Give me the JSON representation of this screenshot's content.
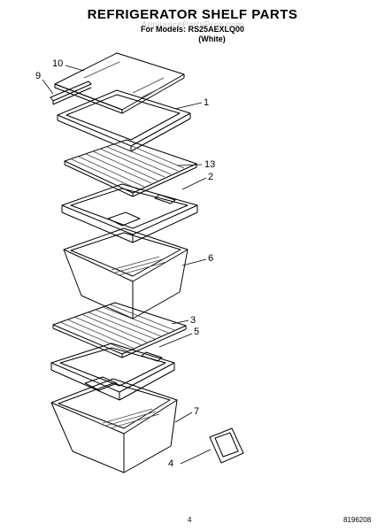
{
  "header": {
    "title": "REFRIGERATOR SHELF PARTS",
    "models_line": "For Models: RS25AEXLQ00",
    "variant": "(White)",
    "watermark": "AppliancePartsPros.com"
  },
  "callouts": {
    "c10": "10",
    "c9": "9",
    "c1": "1",
    "c13": "13",
    "c2": "2",
    "c6": "6",
    "c3": "3",
    "c5": "5",
    "c7": "7",
    "c4": "4"
  },
  "footer": {
    "page_number": "4",
    "document_number": "8196208"
  }
}
